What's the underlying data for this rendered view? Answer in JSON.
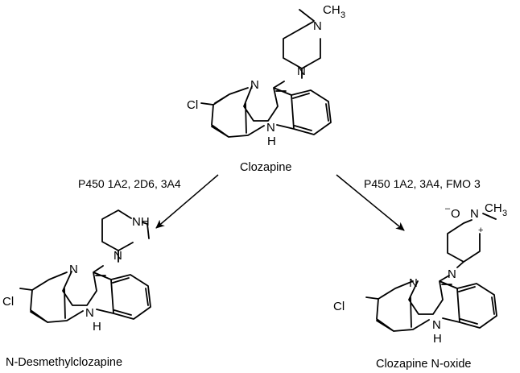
{
  "scheme": {
    "reactant": {
      "name": "Clozapine",
      "atoms": {
        "n_methyl": "N",
        "ch3": "CH",
        "ch3_sub": "3",
        "n_pip": "N",
        "n_imine": "N",
        "cl": "Cl",
        "nh": "N",
        "h": "H"
      }
    },
    "pathway_left": {
      "enzymes": "P450 1A2, 2D6, 3A4",
      "product_name": "N-Desmethylclozapine",
      "atoms": {
        "nh_pip": "NH",
        "n_pip": "N",
        "n_imine": "N",
        "cl": "Cl",
        "nh": "N",
        "h": "H"
      }
    },
    "pathway_right": {
      "enzymes": "P450 1A2, 3A4, FMO 3",
      "product_name": "Clozapine N-oxide",
      "atoms": {
        "oxide": "O",
        "minus": "–",
        "n_oxide": "N",
        "plus": "+",
        "ch3": "CH",
        "ch3_sub": "3",
        "n_pip": "N",
        "n_imine": "N",
        "cl": "Cl",
        "nh": "N",
        "h": "H"
      }
    }
  }
}
